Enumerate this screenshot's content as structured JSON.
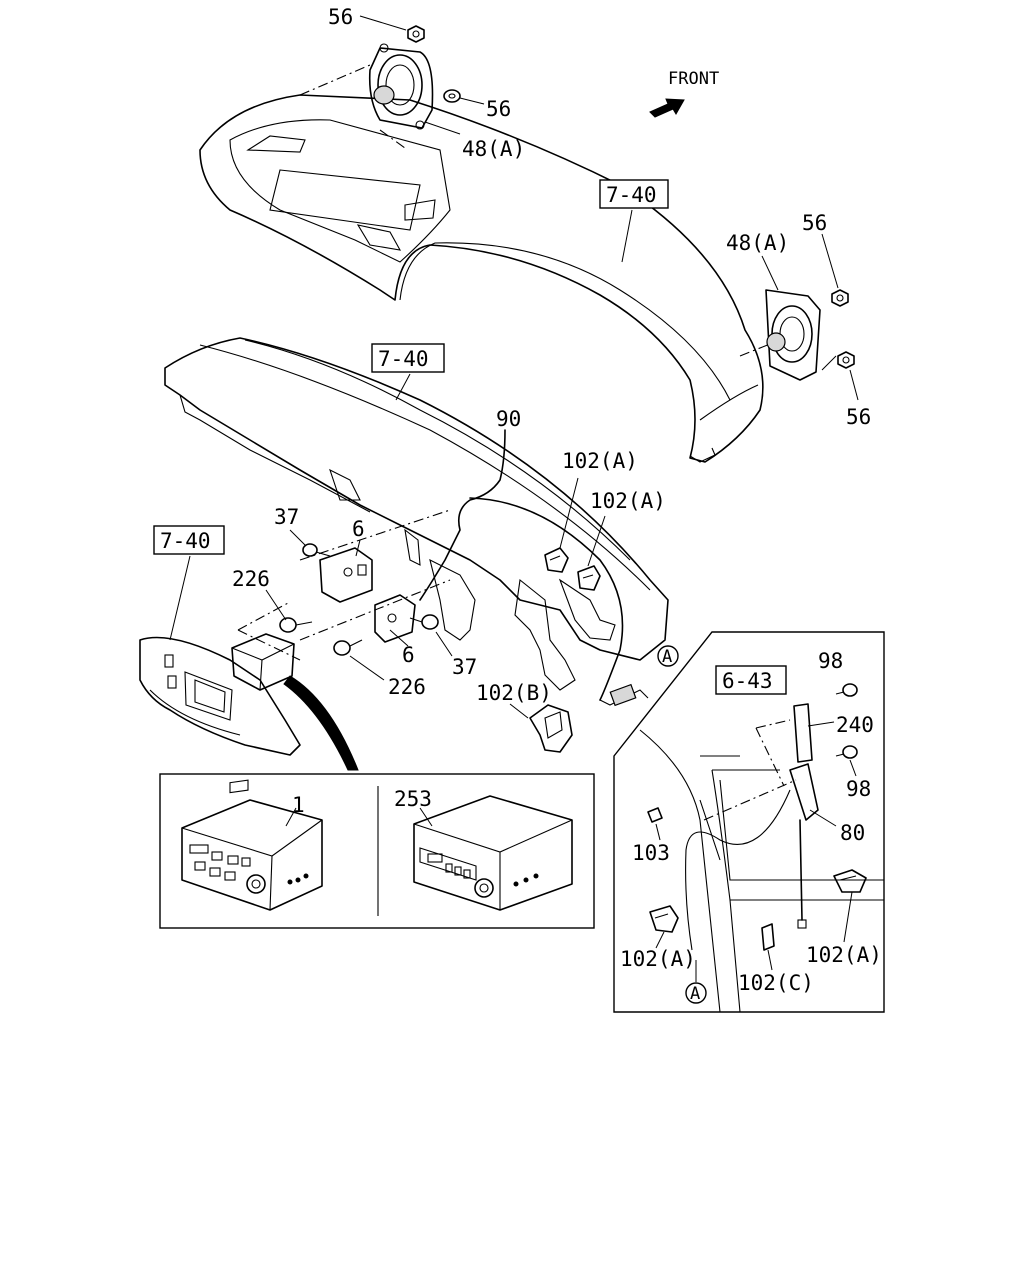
{
  "header": {
    "front_label": "FRONT"
  },
  "refs": {
    "dash_upper": "7-40",
    "dash_lower": "7-40",
    "side_panel": "7-40",
    "antenna_ref": "6-43"
  },
  "callouts": {
    "nut_top_left": "56",
    "nut_top_right": "56",
    "speaker_left": "48(A)",
    "speaker_right": "48(A)",
    "nut_right_upper": "56",
    "nut_right_lower": "56",
    "antenna_cable": "90",
    "clip_a_1": "102(A)",
    "clip_a_2": "102(A)",
    "clip_b": "102(B)",
    "screw_37_top": "37",
    "screw_37_bottom": "37",
    "bracket_6_top": "6",
    "bracket_6_bottom": "6",
    "bolt_226_top": "226",
    "bolt_226_bottom": "226",
    "connector_a": "A"
  },
  "radios": {
    "radio_1": "1",
    "radio_253": "253"
  },
  "antenna_inset": {
    "bolt_98_top": "98",
    "bolt_98_bottom": "98",
    "bracket_240": "240",
    "antenna_80": "80",
    "clip_103": "103",
    "clip_a_left": "102(A)",
    "clip_a_right": "102(A)",
    "clip_c": "102(C)",
    "connector_a": "A"
  }
}
